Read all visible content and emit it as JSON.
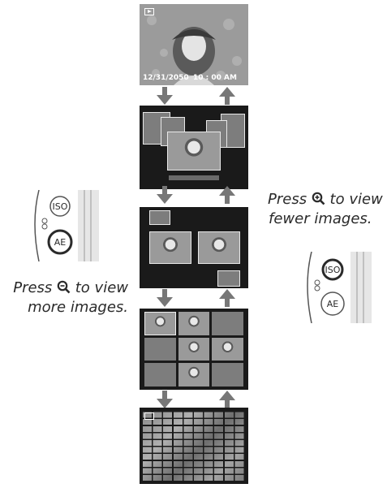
{
  "screen1": {
    "date": "12/31/2050",
    "time": "10 : 00  AM"
  },
  "caption_right": {
    "line1_a": "Press ",
    "line1_b": " to view",
    "line2": "fewer images."
  },
  "caption_left": {
    "line1_a": "Press ",
    "line1_b": " to view",
    "line2": "more images."
  },
  "icons": {
    "zoom_in": "zoom-in-icon",
    "zoom_out": "zoom-out-icon",
    "playback": "playback-icon"
  },
  "camera_labels": {
    "iso": "ISO",
    "ae": "AE"
  }
}
